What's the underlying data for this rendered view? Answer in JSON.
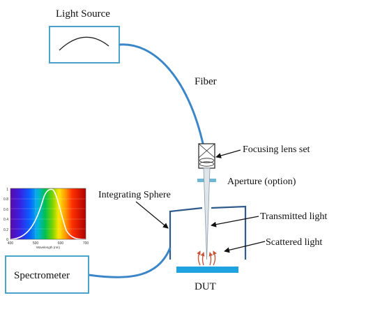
{
  "labels": {
    "light_source": "Light Source",
    "fiber": "Fiber",
    "focusing_lens": "Focusing lens set",
    "aperture": "Aperture (option)",
    "integrating_sphere": "Integrating Sphere",
    "transmitted": "Transmitted light",
    "scattered": "Scattered  light",
    "spectrometer": "Spectrometer",
    "dut": "DUT"
  },
  "spectrum_inset": {
    "y_ticks": [
      "1",
      "0.8",
      "0.6",
      "0.4",
      "0.2",
      "0"
    ],
    "x_ticks": [
      "400",
      "500",
      "600",
      "700"
    ],
    "x_label": "Wavelength (nm)"
  },
  "colors": {
    "fiber": "#3a86c8",
    "box_border": "#4aa3c8",
    "sphere_wall": "#2f5a8a",
    "aperture": "#6fb7d6",
    "dut": "#1fa2e0",
    "scatter_arrow": "#c8553a",
    "beam": "#8a9aa6"
  }
}
